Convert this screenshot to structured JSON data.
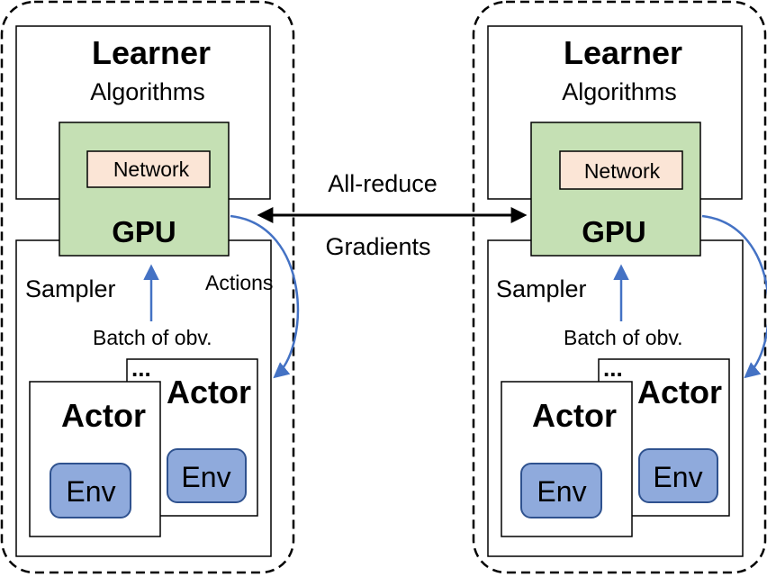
{
  "nodes": [
    {
      "learner_title": "Learner",
      "learner_subtitle": "Algorithms",
      "network_label": "Network",
      "gpu_label": "GPU",
      "sampler_label": "Sampler",
      "actions_label": "Actions",
      "batch_label": "Batch of obv.",
      "ellipsis": "...",
      "actor_back_label": "Actor",
      "actor_front_label": "Actor",
      "env_back_label": "Env",
      "env_front_label": "Env"
    },
    {
      "learner_title": "Learner",
      "learner_subtitle": "Algorithms",
      "network_label": "Network",
      "gpu_label": "GPU",
      "sampler_label": "Sampler",
      "batch_label": "Batch of obv.",
      "ellipsis": "...",
      "actor_back_label": "Actor",
      "actor_front_label": "Actor",
      "env_back_label": "Env",
      "env_front_label": "Env"
    }
  ],
  "link": {
    "top_label": "All-reduce",
    "bottom_label": "Gradients"
  },
  "colors": {
    "gpu_fill": "#c5e0b4",
    "network_fill": "#fbe5d6",
    "env_fill": "#8faadc",
    "env_stroke": "#2f528f",
    "arrow_blue": "#4472c4"
  }
}
